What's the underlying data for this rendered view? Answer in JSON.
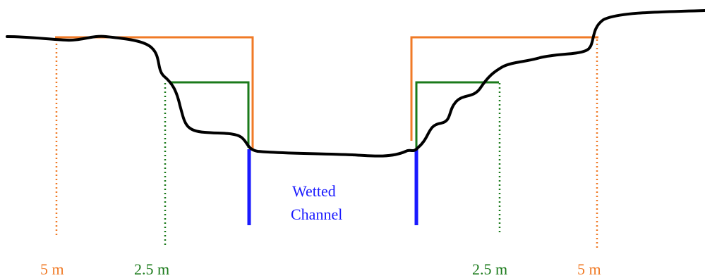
{
  "colors": {
    "orange": "#f07a26",
    "green": "#1a7a1a",
    "blue": "#1a1aff",
    "bank_profile": "#000000"
  },
  "labels": {
    "wetted_line1": "Wetted",
    "wetted_line2": "Channel",
    "left_outer": "5 m",
    "left_inner": "2.5 m",
    "right_inner": "2.5 m",
    "right_outer": "5 m"
  }
}
